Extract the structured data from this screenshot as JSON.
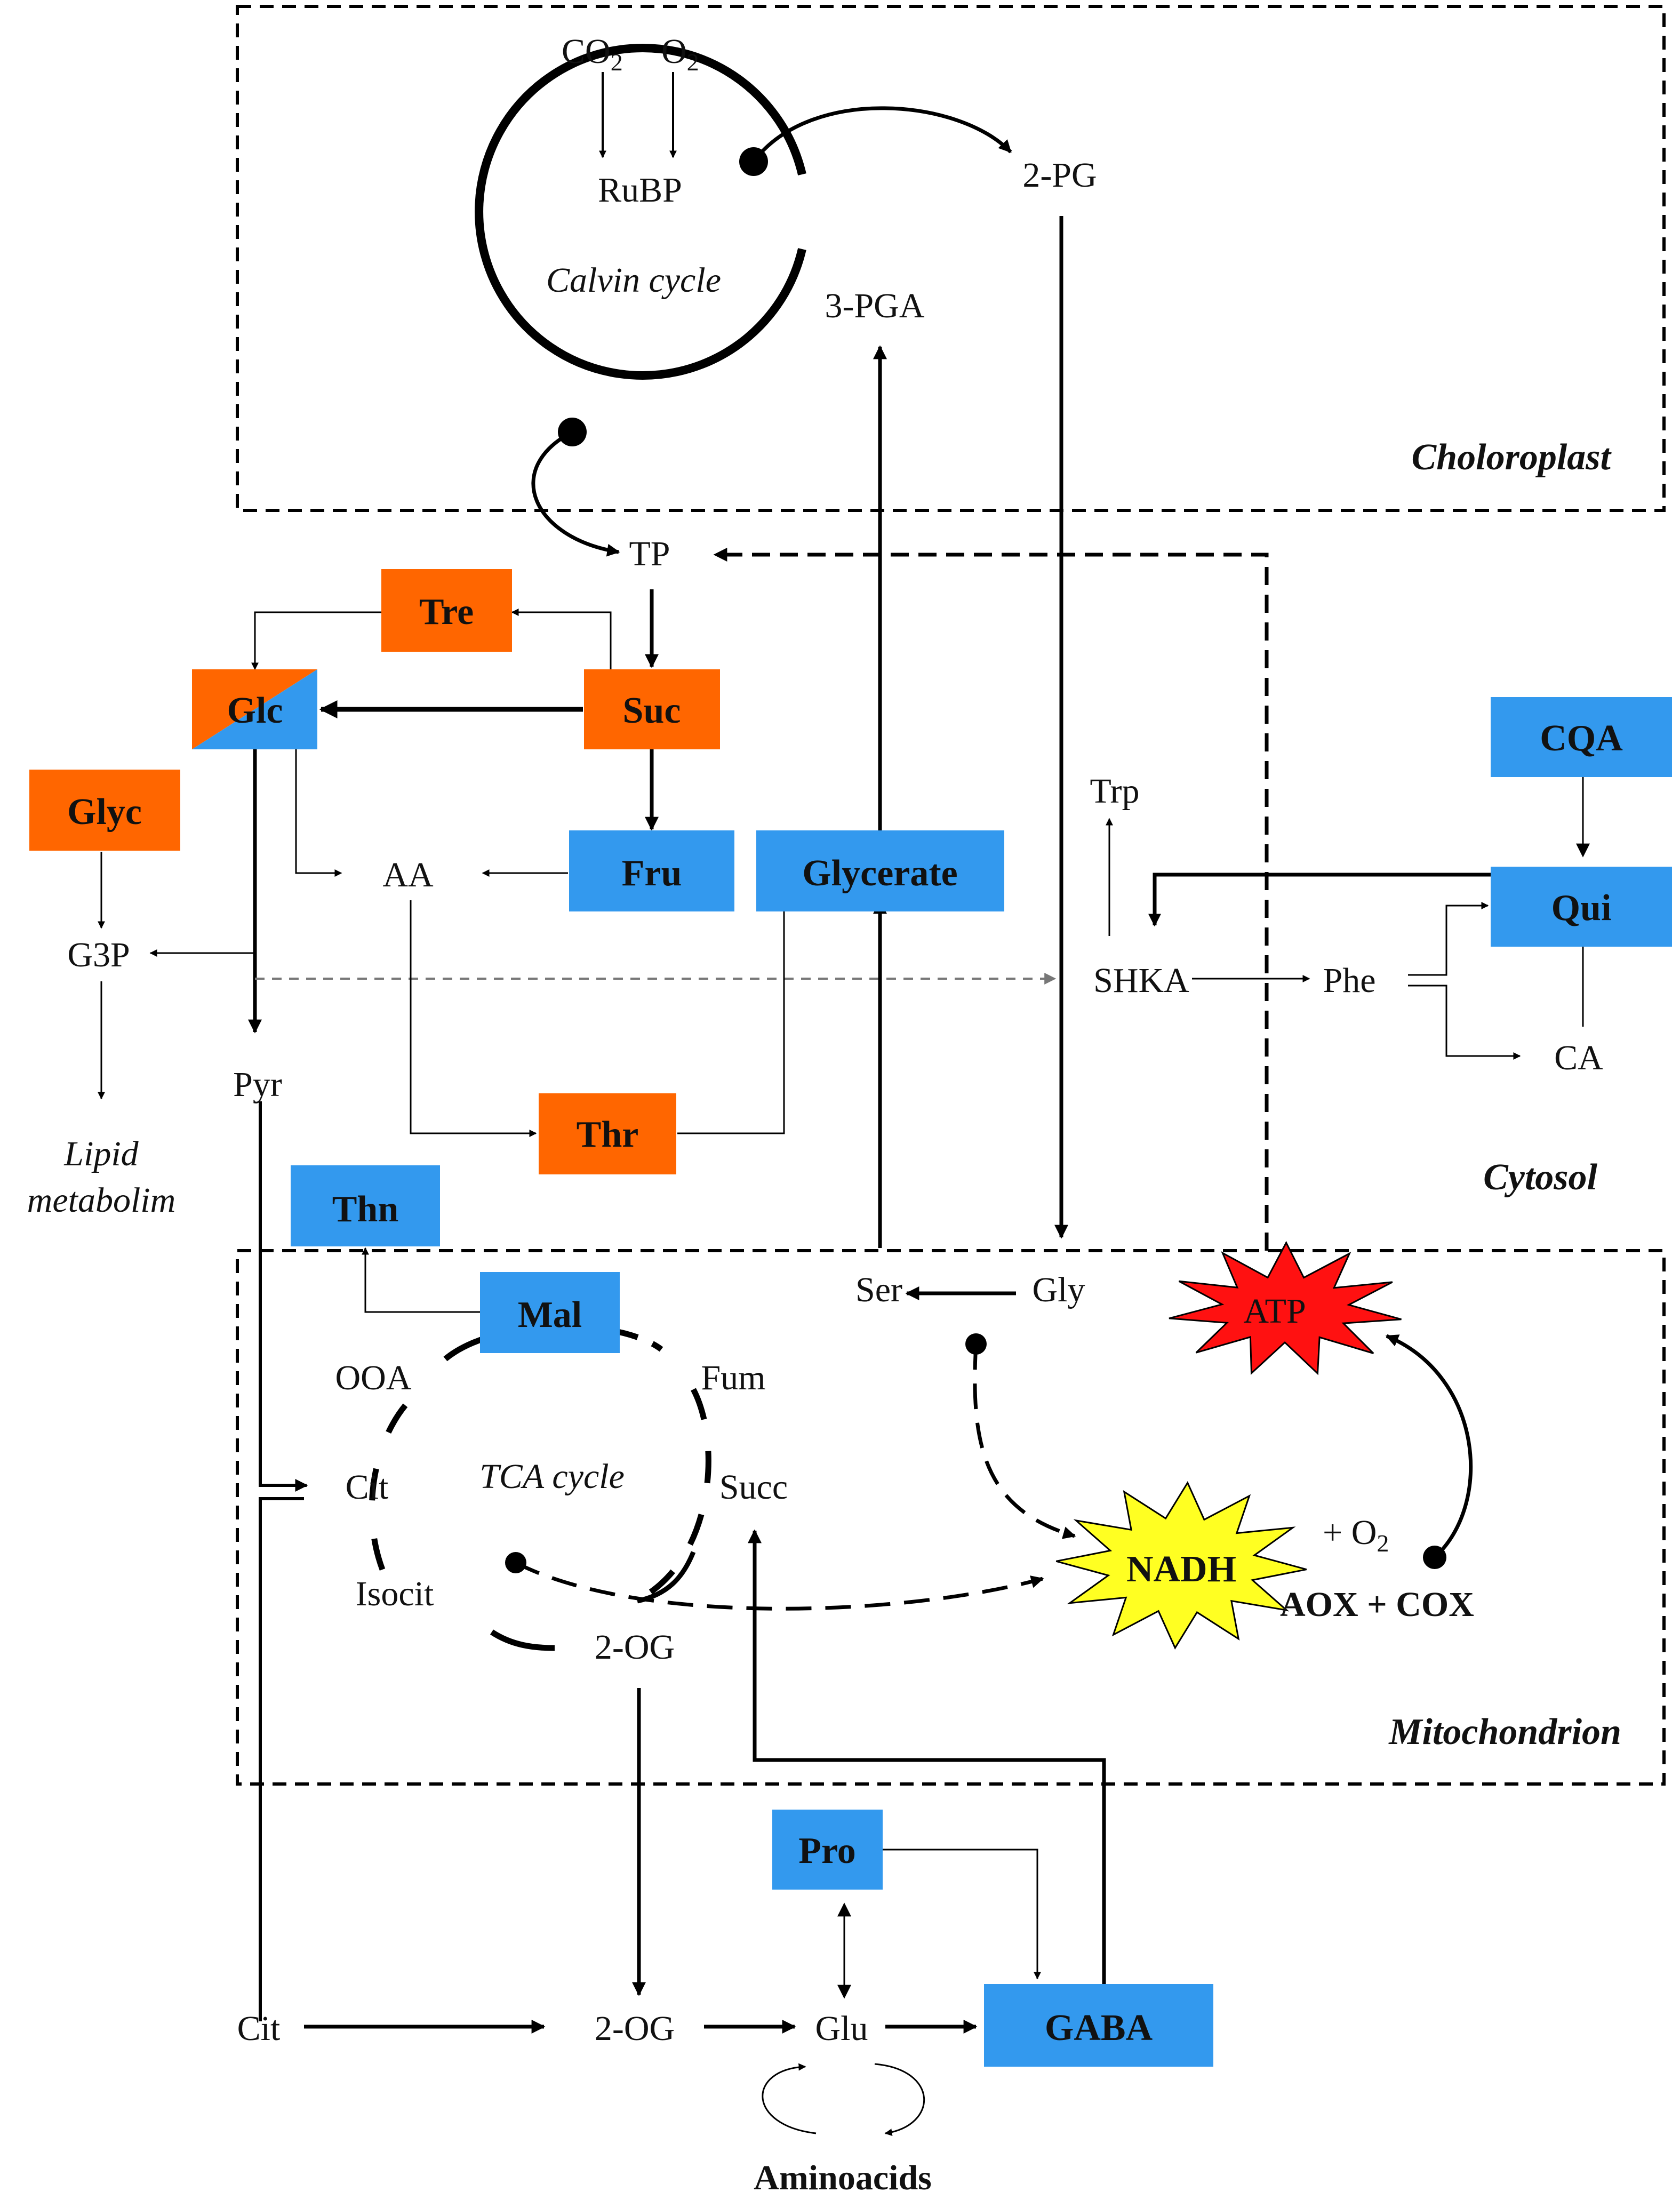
{
  "colors": {
    "orange": "#FF6600",
    "blue": "#3399EE",
    "atp_red": "#FF1111",
    "nadh_yellow": "#FFFF22",
    "line": "#000000",
    "dashed_gray": "#777777"
  },
  "compartments": {
    "chloroplast": "Choloroplast",
    "cytosol": "Cytosol",
    "mitochondrion": "Mitochondrion"
  },
  "cycles": {
    "calvin": "Calvin cycle",
    "tca": "TCA cycle"
  },
  "highlighted_metabolites": {
    "tre": {
      "label": "Tre",
      "color": "orange"
    },
    "glc": {
      "label": "Glc",
      "color": "orange/blue"
    },
    "suc": {
      "label": "Suc",
      "color": "orange"
    },
    "glyc": {
      "label": "Glyc",
      "color": "orange"
    },
    "fru": {
      "label": "Fru",
      "color": "blue"
    },
    "glycerate": {
      "label": "Glycerate",
      "color": "blue"
    },
    "thr": {
      "label": "Thr",
      "color": "orange"
    },
    "thn": {
      "label": "Thn",
      "color": "blue"
    },
    "mal": {
      "label": "Mal",
      "color": "blue"
    },
    "cqa": {
      "label": "CQA",
      "color": "blue"
    },
    "qui": {
      "label": "Qui",
      "color": "blue"
    },
    "pro": {
      "label": "Pro",
      "color": "blue"
    },
    "gaba": {
      "label": "GABA",
      "color": "blue"
    }
  },
  "energy": {
    "atp": "ATP",
    "nadh": "NADH",
    "o2_plus": "+ O",
    "o2_sub": "2",
    "aox_cox": "AOX + COX"
  },
  "metabolites": {
    "co2": "CO",
    "co2_sub": "2",
    "o2": "O",
    "o2_sub": "2",
    "rubp": "RuBP",
    "pg2": "2-PG",
    "pga3": "3-PGA",
    "tp": "TP",
    "aa": "AA",
    "g3p": "G3P",
    "pyr": "Pyr",
    "lipid_1": "Lipid",
    "lipid_2": "metabolim",
    "trp": "Trp",
    "shka": "SHKA",
    "phe": "Phe",
    "ca": "CA",
    "ser": "Ser",
    "gly": "Gly",
    "ooa": "OOA",
    "fum": "Fum",
    "cit_mito": "Cit",
    "succ": "Succ",
    "isocit": "Isocit",
    "og2_mito": "2-OG",
    "cit_cyto": "Cit",
    "og2_cyto": "2-OG",
    "glu": "Glu",
    "aminoacids": "Aminoacids"
  }
}
